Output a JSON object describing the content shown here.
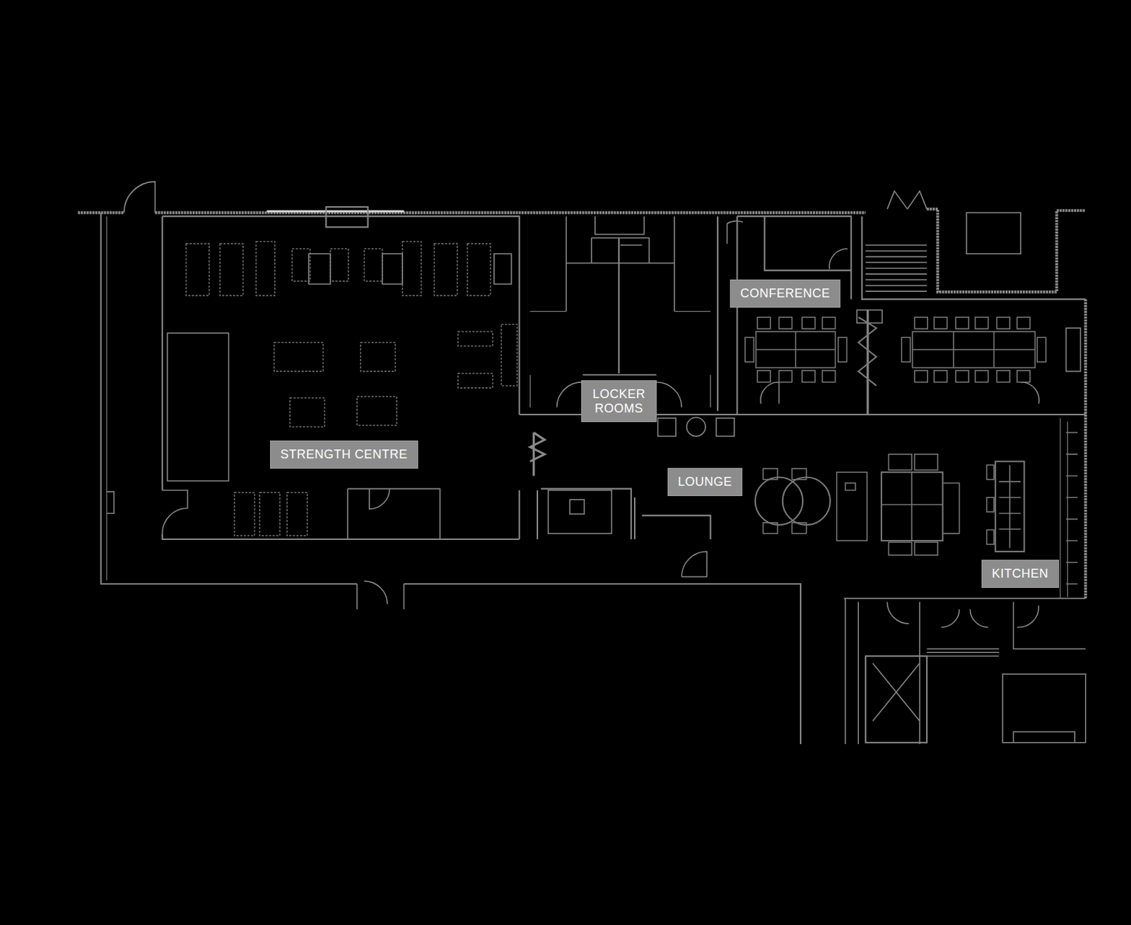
{
  "diagram": {
    "nodes": [
      {
        "text": [
          "CONFERENCE"
        ]
      },
      {
        "text": [
          "LOCKER ROOMS"
        ]
      },
      {
        "text": [
          "STRENGTH CENTRE"
        ]
      },
      {
        "text": [
          "LOUNGE"
        ]
      },
      {
        "text": [
          "KITCHEN"
        ]
      }
    ]
  }
}
